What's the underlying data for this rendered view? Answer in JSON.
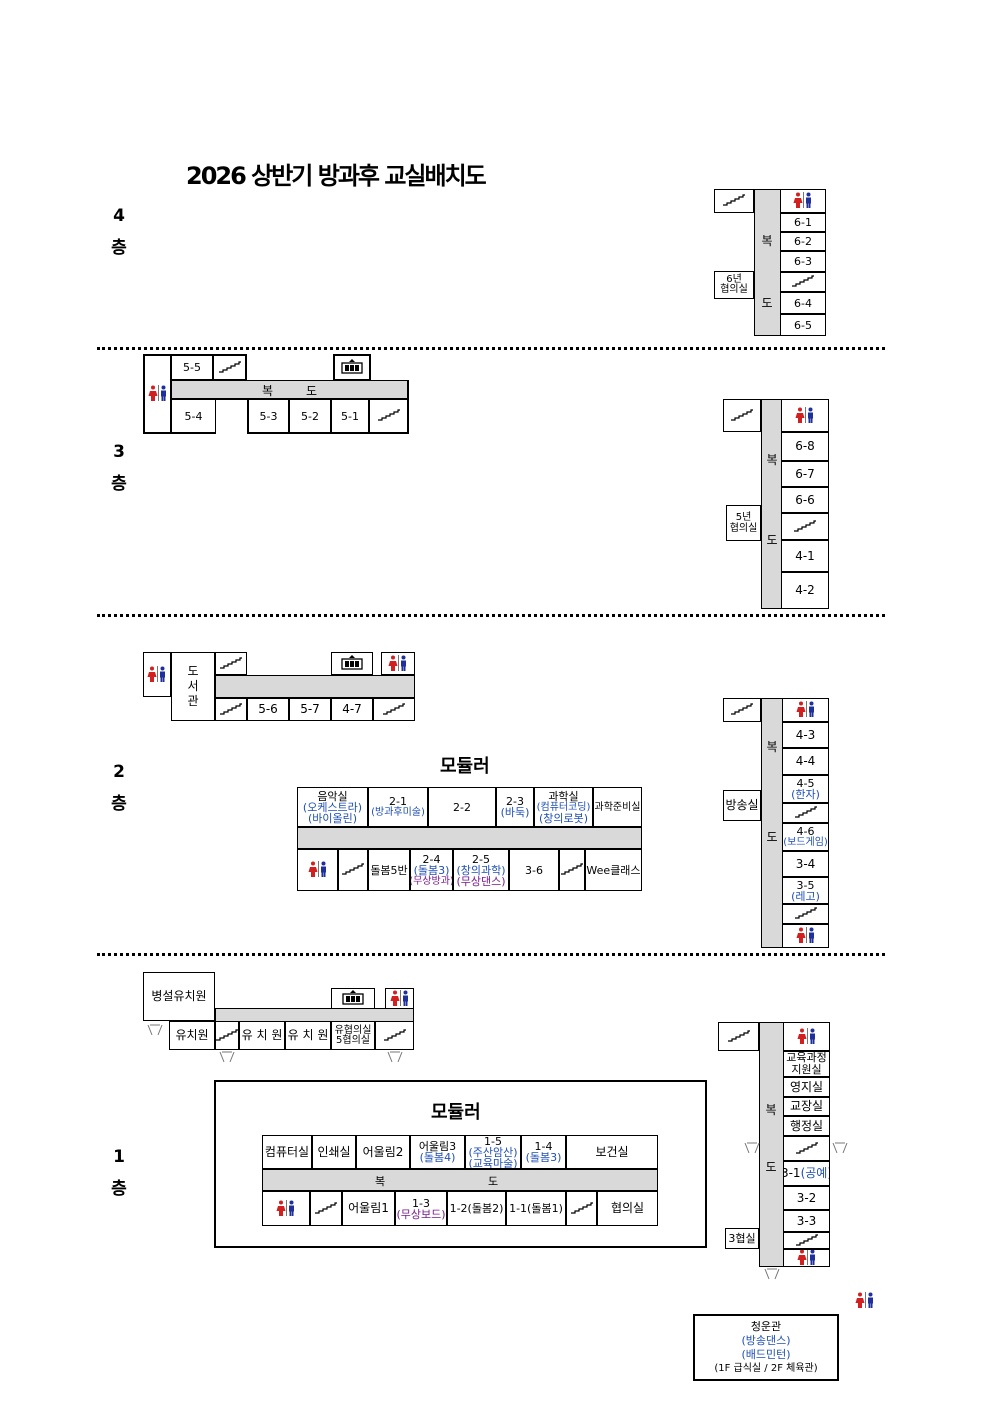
{
  "title": "2026 상반기 방과후 교실배치도",
  "floors": {
    "f4": [
      "4",
      "층"
    ],
    "f3": [
      "3",
      "층"
    ],
    "f2": [
      "2",
      "층"
    ],
    "f1": [
      "1",
      "층"
    ]
  },
  "corridor": {
    "bok": "복",
    "do": "도"
  },
  "library": [
    "도",
    "서",
    "관"
  ],
  "f4_east": {
    "rooms": [
      "6-1",
      "6-2",
      "6-3",
      "6-4",
      "6-5"
    ],
    "meeting": [
      "6년",
      "협의실"
    ]
  },
  "f3_west": {
    "top": [
      "5-5"
    ],
    "bottom": [
      "5-4",
      "5-3",
      "5-2",
      "5-1"
    ]
  },
  "f3_east": {
    "rooms": [
      "6-8",
      "6-7",
      "6-6",
      "4-1",
      "4-2"
    ],
    "meeting": [
      "5년",
      "협의실"
    ]
  },
  "f2_west": {
    "bottom": [
      "5-6",
      "5-7",
      "4-7"
    ]
  },
  "f2_east": {
    "broadcast": "방송실",
    "rooms": [
      {
        "name": "4-3",
        "sub": ""
      },
      {
        "name": "4-4",
        "sub": ""
      },
      {
        "name": "4-5",
        "sub": "(한자)"
      },
      {
        "name": "4-6",
        "sub": "(보드게임)"
      },
      {
        "name": "3-4",
        "sub": ""
      },
      {
        "name": "3-5",
        "sub": "(레고)"
      }
    ]
  },
  "f2_modular": {
    "title": "모듈러",
    "top": [
      {
        "name": "음악실",
        "sub1": "(오케스트라)",
        "sub2": "(바이올린)"
      },
      {
        "name": "2-1",
        "sub1": "(방과후미술)",
        "sub2": ""
      },
      {
        "name": "2-2",
        "sub1": "",
        "sub2": ""
      },
      {
        "name": "2-3",
        "sub1": "(바둑)",
        "sub2": ""
      },
      {
        "name": "과학실",
        "sub1": "(컴퓨터코딩)",
        "sub2": "(창의로봇)"
      },
      {
        "name": "과학준비실",
        "sub1": "",
        "sub2": ""
      }
    ],
    "bottom": [
      {
        "name": "돌봄5반",
        "sub1": "",
        "sub2": ""
      },
      {
        "name": "2-4",
        "sub1": "(돌봄3)",
        "sub2": "(무상방과)"
      },
      {
        "name": "2-5",
        "sub1": "(창의과학)",
        "sub2": "(무상댄스)"
      },
      {
        "name": "3-6",
        "sub1": "",
        "sub2": ""
      },
      {
        "name": "Wee클래스",
        "sub1": "",
        "sub2": ""
      }
    ]
  },
  "f1_west": {
    "kinder_annex": "병설유치원",
    "rooms": [
      "유치원",
      "유 치 원",
      "유 치 원"
    ],
    "meeting": [
      "유협의실",
      "5협의실"
    ]
  },
  "f1_modular": {
    "title": "모듈러",
    "top": [
      {
        "name": "컴퓨터실",
        "sub": ""
      },
      {
        "name": "인쇄실",
        "sub": ""
      },
      {
        "name": "어울림2",
        "sub": ""
      },
      {
        "name": "어울림3",
        "sub": "(돌봄4)"
      },
      {
        "name": "1-5",
        "sub": "(주산암산)",
        "sub2": "(교육마술)"
      },
      {
        "name": "1-4",
        "sub": "(돌봄3)"
      },
      {
        "name": "보건실",
        "sub": ""
      }
    ],
    "bottom": [
      {
        "name": "어울림1",
        "sub": ""
      },
      {
        "name": "1-3",
        "sub": "(무상보드)"
      },
      {
        "name": "1-2(돌봄2)",
        "sub": ""
      },
      {
        "name": "1-1(돌봄1)",
        "sub": ""
      },
      {
        "name": "협의실",
        "sub": ""
      }
    ]
  },
  "f1_east": {
    "rooms": [
      {
        "name": "교육과정",
        "name2": "지원실",
        "sub": ""
      },
      {
        "name": "영지실",
        "name2": "",
        "sub": ""
      },
      {
        "name": "교장실",
        "name2": "",
        "sub": ""
      },
      {
        "name": "행정실",
        "name2": "",
        "sub": ""
      },
      {
        "name": "3-1",
        "name2": "",
        "sub": "(공예)"
      },
      {
        "name": "3-2",
        "name2": "",
        "sub": ""
      },
      {
        "name": "3-3",
        "name2": "",
        "sub": ""
      }
    ],
    "meeting": "3협실"
  },
  "cheongun": {
    "name": "청운관",
    "activities": [
      "(방송댄스)",
      "(배드민턴)"
    ],
    "note": "(1F 급식실 / 2F 체육관)"
  },
  "colors": {
    "female": "#d21f1f",
    "male": "#1f2f9c",
    "blue_text": "#1f4fb5",
    "purple_text": "#7a1a8c",
    "corridor": "#d9d9d9"
  }
}
